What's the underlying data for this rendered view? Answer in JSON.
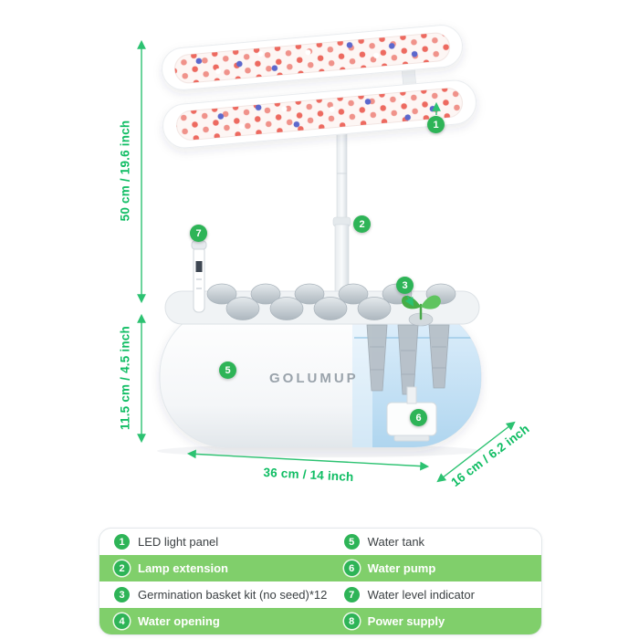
{
  "product": {
    "brand": "GOLUMUP"
  },
  "colors": {
    "accent_green": "#2eb457",
    "legend_row_green": "#80cf6b",
    "dimension_text_green": "#0fbd63",
    "tank_blue": "#a9d3ef",
    "led_red": "#ed6a60",
    "led_blue": "#5b67cd"
  },
  "dimensions": {
    "lamp_height": "50 cm / 19.6 inch",
    "base_height": "11.5 cm / 4.5 inch",
    "base_width": "36 cm / 14 inch",
    "base_depth": "16 cm / 6.2 inch"
  },
  "legend": {
    "items": [
      {
        "num": "1",
        "label": "LED light panel"
      },
      {
        "num": "2",
        "label": "Lamp extension"
      },
      {
        "num": "3",
        "label": "Germination basket kit (no seed)*12"
      },
      {
        "num": "4",
        "label": "Water opening"
      },
      {
        "num": "5",
        "label": "Water tank"
      },
      {
        "num": "6",
        "label": "Water pump"
      },
      {
        "num": "7",
        "label": "Water level indicator"
      },
      {
        "num": "8",
        "label": "Power supply"
      }
    ]
  }
}
